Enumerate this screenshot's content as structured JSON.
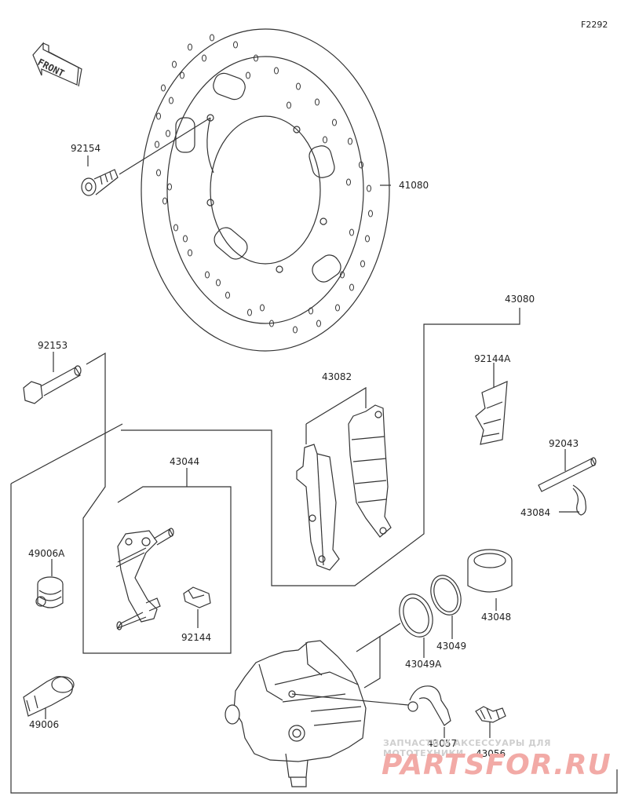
{
  "diagram_code": "F2292",
  "front_label": "FRONT",
  "parts": {
    "p92154": "92154",
    "p41080": "41080",
    "p43080": "43080",
    "p92153": "92153",
    "p43082": "43082",
    "p92144A": "92144A",
    "p43044": "43044",
    "p92043": "92043",
    "p43084": "43084",
    "p49006A": "49006A",
    "p43048": "43048",
    "p92144": "92144",
    "p43049": "43049",
    "p43049A": "43049A",
    "p49006": "49006",
    "p43057": "43057",
    "p43056": "43056"
  },
  "watermark": {
    "tagline": "ЗАПЧАСТИ И АКСЕССУАРЫ ДЛЯ МОТОТЕХНИКИ",
    "brand": "PARTSFOR.RU"
  },
  "colors": {
    "line": "#333333",
    "watermark_text": "#f2aaa6"
  }
}
